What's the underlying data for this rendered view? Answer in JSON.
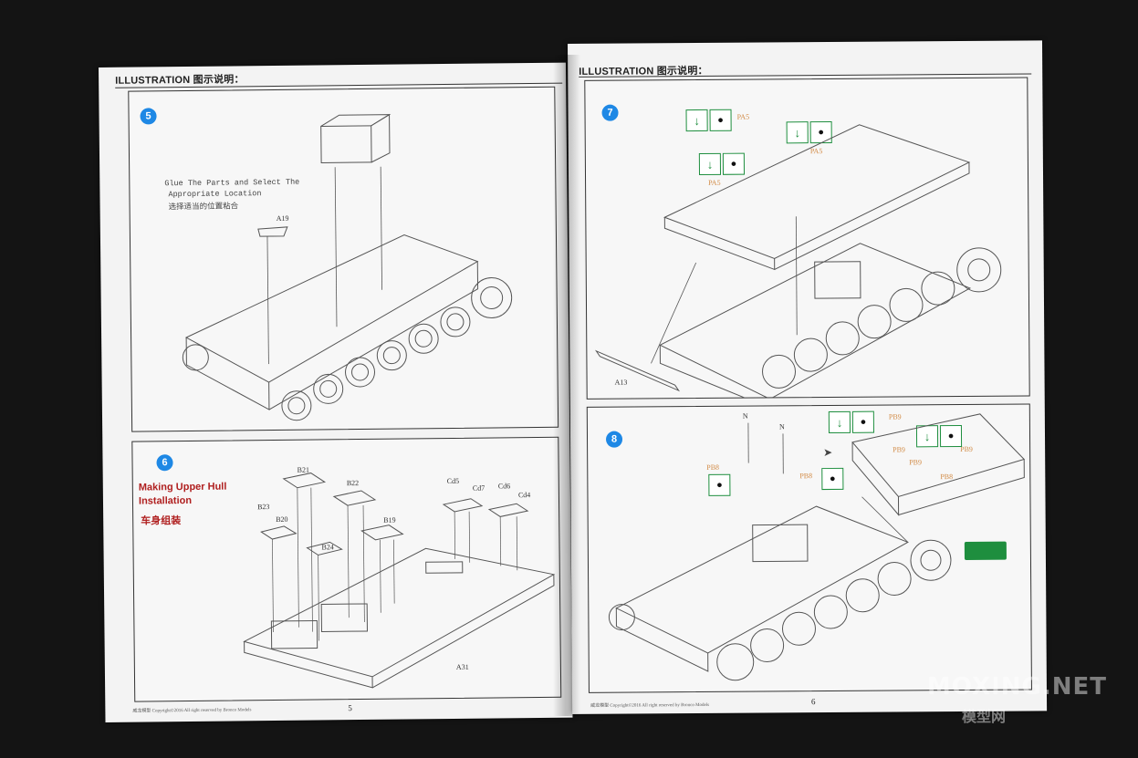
{
  "header": {
    "left": "ILLUSTRATION 图示说明：",
    "right": "ILLUSTRATION 图示说明："
  },
  "step5": {
    "number": "5",
    "note_en_line1": "Glue The Parts and Select The",
    "note_en_line2": "Appropriate Location",
    "note_cn": "选择适当的位置粘合",
    "part": "A19"
  },
  "step6": {
    "number": "6",
    "title_line1": "Making Upper Hull",
    "title_line2": "Installation",
    "title_cn": "车身组装",
    "parts": [
      "B21",
      "B22",
      "B23",
      "B20",
      "B19",
      "B24",
      "Cd5",
      "Cd7",
      "Cd6",
      "Cd4",
      "A31"
    ]
  },
  "step7": {
    "number": "7",
    "labels": [
      "PA5",
      "PA5",
      "PA5"
    ],
    "part": "A13"
  },
  "step8": {
    "number": "8",
    "n_labels": [
      "N",
      "N"
    ],
    "labels": [
      "PB8",
      "PB8",
      "PB9",
      "PB9",
      "PB9",
      "PB9",
      "PB8"
    ]
  },
  "footer": {
    "left": "威龙模型 Copyright©2016 All right reserved by Bronco Models",
    "right": "威龙模型 Copyright©2016 All right reserved by Bronco Models",
    "page_left": "5",
    "page_right": "6"
  },
  "watermark": {
    "line1": "MOXING.NET",
    "line2": "模型网"
  },
  "colors": {
    "step_badge": "#1e88e5",
    "accent_red": "#b02020",
    "glue_green": "#1e8e3e",
    "part_orange": "#d28b46"
  },
  "icons": [
    "glue-icon",
    "cement-drop-icon",
    "move-arrow-icon",
    "assembly-hint-icon"
  ]
}
